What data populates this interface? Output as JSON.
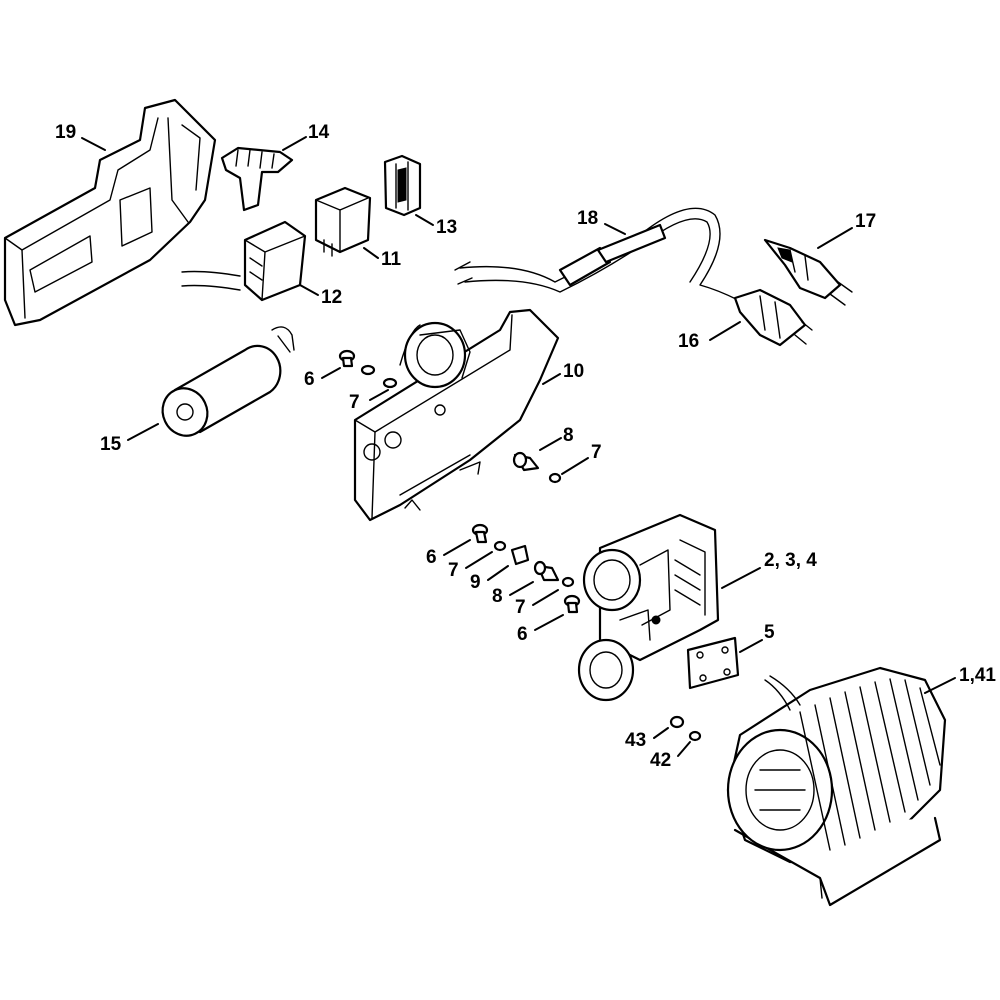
{
  "labels": {
    "p19": "19",
    "p14": "14",
    "p13": "13",
    "p11": "11",
    "p12": "12",
    "p18": "18",
    "p17": "17",
    "p16": "16",
    "p6a": "6",
    "p7a": "7",
    "p10": "10",
    "p15": "15",
    "p8a": "8",
    "p7b": "7",
    "p6b": "6",
    "p7c": "7",
    "p9": "9",
    "p8b": "8",
    "p7d": "7",
    "p6c": "6",
    "p234": "2, 3, 4",
    "p5": "5",
    "p141": "1,41",
    "p43": "43",
    "p42": "42"
  }
}
